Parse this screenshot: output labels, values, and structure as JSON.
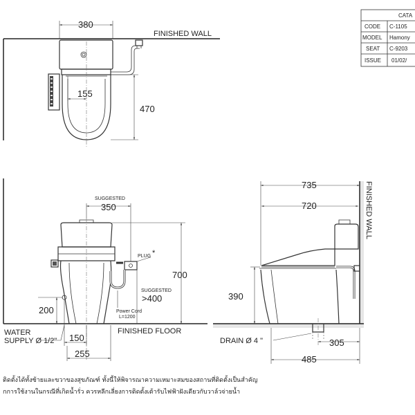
{
  "top_view": {
    "finished_wall": "FINISHED WALL",
    "dim_width": "380",
    "dim_seat_offset": "155",
    "dim_depth": "470"
  },
  "front_view": {
    "suggested_label": "SUGGESTED",
    "dim_plug_offset": "350",
    "plug_label": "PLUG",
    "plug_star": "*",
    "suggested_label_2": "SUGGESTED",
    "dim_plug_height": ">400",
    "power_cord": "Power Cord",
    "power_cord_length": "L=1200",
    "dim_height": "700",
    "dim_supply_height": "200",
    "dim_supply_offset": "150",
    "dim_center_offset": "255",
    "water_supply_line1": "WATER",
    "water_supply_line2": "SUPPLY Ø 1/2\"",
    "finished_floor": "FINISHED FLOOR"
  },
  "side_view": {
    "dim_total_depth": "735",
    "dim_bowl_depth": "720",
    "dim_seat_height": "390",
    "finished_wall": "FINISHED WALL",
    "drain_label": "DRAIN Ø 4 \"",
    "dim_drain_offset": "305",
    "dim_bottom_depth": "485"
  },
  "catalog_table": {
    "header": "CATA",
    "rows": [
      {
        "label": "CODE",
        "value": "C-1105"
      },
      {
        "label": "MODEL",
        "value": "Hamony"
      },
      {
        "label": "SEAT",
        "value": "C-9203"
      },
      {
        "label": "ISSUE",
        "value": "01/02/"
      }
    ]
  },
  "notes": {
    "line1": "ติดตั้งได้ทั้งซ้ายและขวาของสุขภัณฑ์ ทั้งนี้ให้พิจารณาความเหมาะสมของสถานที่ติดตั้งเป็นสำคัญ",
    "line2": "กการใช้งานในกรณีที่เกิดน้ำรั่ว ควรหลีกเลี่ยงการติดตั้งเต้ารับไฟฟ้าฝังเดียวกับวาล์วจ่ายน้ำ"
  }
}
